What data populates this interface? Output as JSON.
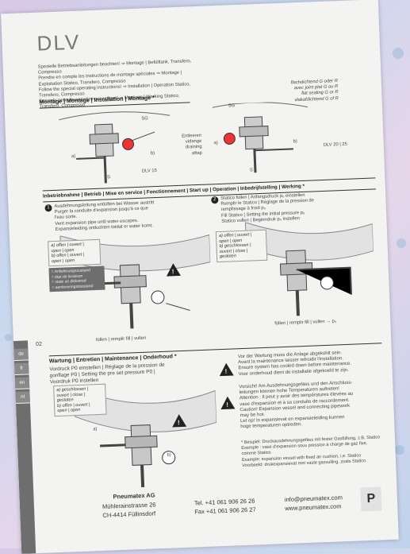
{
  "header": {
    "title": "DLV",
    "intro_lines": [
      "Spezielle Betriebsanleitungen beachten! ⇒ Montage | Befülltank, Transfero, Compresso",
      "Prendre en compte les instructions de montage spéciales ⇒ Montage | Exploitation Statico, Transfero, Compresso",
      "Follow the special operating instructions! ⇒ Installation | Operation Statico, Transfero, Compresso",
      "Speciale gebruiksaanwijzingen volgen! ⇒ Montage | Werking Statico, Transfero, Compresso"
    ]
  },
  "montage": {
    "heading": "Montage | Montage | Installation | Montage *",
    "labels": [
      "SG",
      "a)",
      "b)",
      "S",
      "DLV 15"
    ],
    "right_labels": [
      "SG",
      "S",
      "a)",
      "b)",
      "DLV 20 | 25"
    ],
    "seal_lines": [
      "flachdichtend G oder R",
      "avec joint plat G ou R",
      "flat sealing G or R",
      "vlakafdichtend G of R"
    ],
    "drain_lines": [
      "Entleeren",
      "vidange",
      "draining",
      "aftap"
    ]
  },
  "startup": {
    "heading": "Inbetriebnahme | Betrieb | Mise en service | Fonctionnement | Start up | Operation | Inbedrijfstelling | Werking *",
    "step1_num": "1",
    "step1_lines": [
      "Ausdehnungsleitung entlüften bei Wasser austritt",
      "Purger la conduite d'expansion jusqu'à ce que",
      "l'eau sorte.",
      "Vent expansion pipe until water escapes.",
      "Expansieleiding ontluchten totdat er water komt."
    ],
    "step2_num": "2",
    "step2_lines": [
      "Statico füllen | Anfangsdruck p₀ einstellen",
      "Remplir le Statico | Réglage de la pression de",
      "remplissage à froid p₀",
      "Fill Statico | Setting the initial pressure p₀",
      "Statico vullen | Beginndruk p₀ instellen"
    ],
    "left_box": [
      "a) offen | ouvert |",
      "open | open",
      "b) offen | ouvert |",
      "open | open"
    ],
    "left_state": [
      "= Anlieferungszustand",
      "= état de livraison",
      "= state as delivered",
      "= aanleveringstoestand"
    ],
    "right_box": [
      "a) offen | ouvert |",
      "open | open",
      "b) geschlossen |",
      "ouvert | close |",
      "gesloten"
    ],
    "fill_left": "füllen | remplir   fill | vullen",
    "fill_right": "füllen | remplir   fill | vullen → p₀",
    "page_no": "02"
  },
  "maintenance": {
    "heading": "Wartung | Entretien | Maintenance | Onderhoud *",
    "lines": [
      "Vordruck P0 einstellen | Réglage de la pression de",
      "gonflage P0 | Setting the pre set pressure P0 |",
      "Voordruk P0 instellen"
    ],
    "box": [
      "a) geschlossen |",
      "ouvert | close |",
      "gesloten",
      "b) offen | ouvert |",
      "open | open"
    ],
    "labels": [
      "a)",
      "b)"
    ],
    "caution1": [
      "Vor der Wartung muss die Anlage abgekühlt sein.",
      "Avant la maintenance laisser refroidir l'installation.",
      "Ensure system has cooled down before maintenance.",
      "Voor onderhoud dient de installatie afgekoeld te zijn."
    ],
    "caution2": [
      "Vorsicht! Am Ausdehnungsgefäss und den Anschluss-",
      "leitungen können hohe Temperaturen auftreten!",
      "Attention : Il peut y avoir des températures élevées au",
      "vase d'expansion et à sa conduite de raccordement.",
      "Caution! Expansion vessel and connecting pipework",
      "may be hot.",
      "Let op! In expansievat en expansieleiding kunnen",
      "hoge temperaturen optreden."
    ],
    "note": [
      "* Beispiel: Druckausdehnungsgefäss mit fester Gasfüllung, z.B. Statico",
      "Exemple : vase d'expansion sous pression à charge de gaz fixe,",
      "comme Statico",
      "Example: expansion vessel with fixed air cushion, i.e. Statico",
      "Voorbeeld: drukexpansievat met vaste gasvulling, zoals Statico"
    ]
  },
  "languages": [
    "de",
    "fr",
    "en",
    "nl"
  ],
  "footer": {
    "company": "Pneumatex AG",
    "street": "Mühlerainstrasse 26",
    "city": "CH-4414 Füllinsdorf",
    "tel": "Tel. +41 061 906 26 26",
    "fax": "Fax +41 061 906 26 27",
    "email": "info@pneumatex.com",
    "web": "www.pneumatex.com",
    "badge": "P"
  }
}
